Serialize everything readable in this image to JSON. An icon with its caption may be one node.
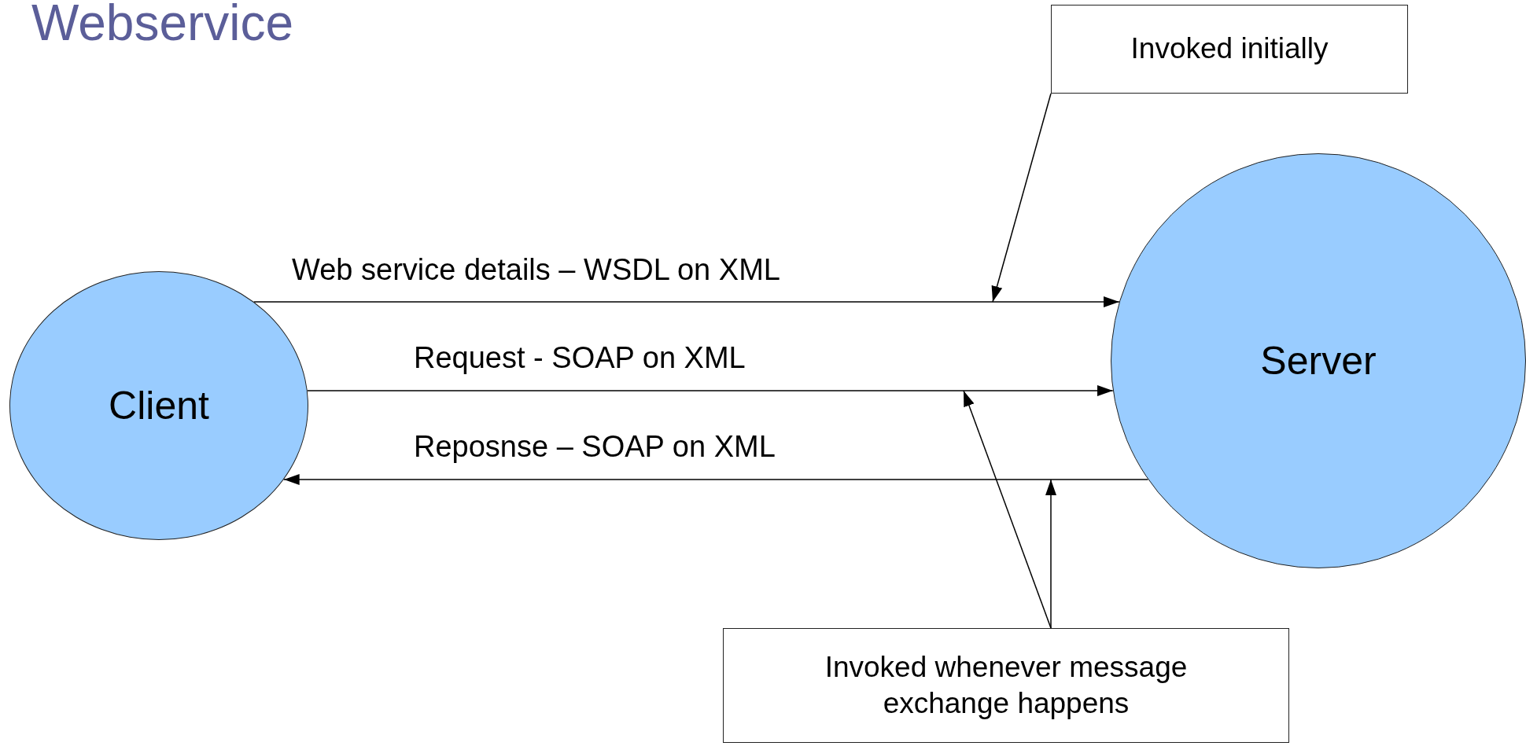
{
  "diagram": {
    "title": "Webservice",
    "nodes": [
      {
        "text": [
          "Client"
        ]
      },
      {
        "text": [
          "Server"
        ]
      },
      {
        "text": [
          "Invoked initially"
        ]
      },
      {
        "text": [
          "Invoked whenever message exchange happens"
        ]
      }
    ],
    "edges": [
      {
        "from": 0,
        "to": 1,
        "arrow": "to",
        "label": "Web service details – WSDL on XML"
      },
      {
        "from": 0,
        "to": 1,
        "arrow": "to",
        "label": "Request - SOAP on XML"
      },
      {
        "from": 1,
        "to": 0,
        "arrow": "to",
        "label": "Reposnse – SOAP on XML"
      },
      {
        "from": 2,
        "to": null,
        "arrow": "to"
      },
      {
        "from": 3,
        "to": null,
        "arrow": "to"
      },
      {
        "from": 3,
        "to": null,
        "arrow": "to"
      }
    ]
  }
}
